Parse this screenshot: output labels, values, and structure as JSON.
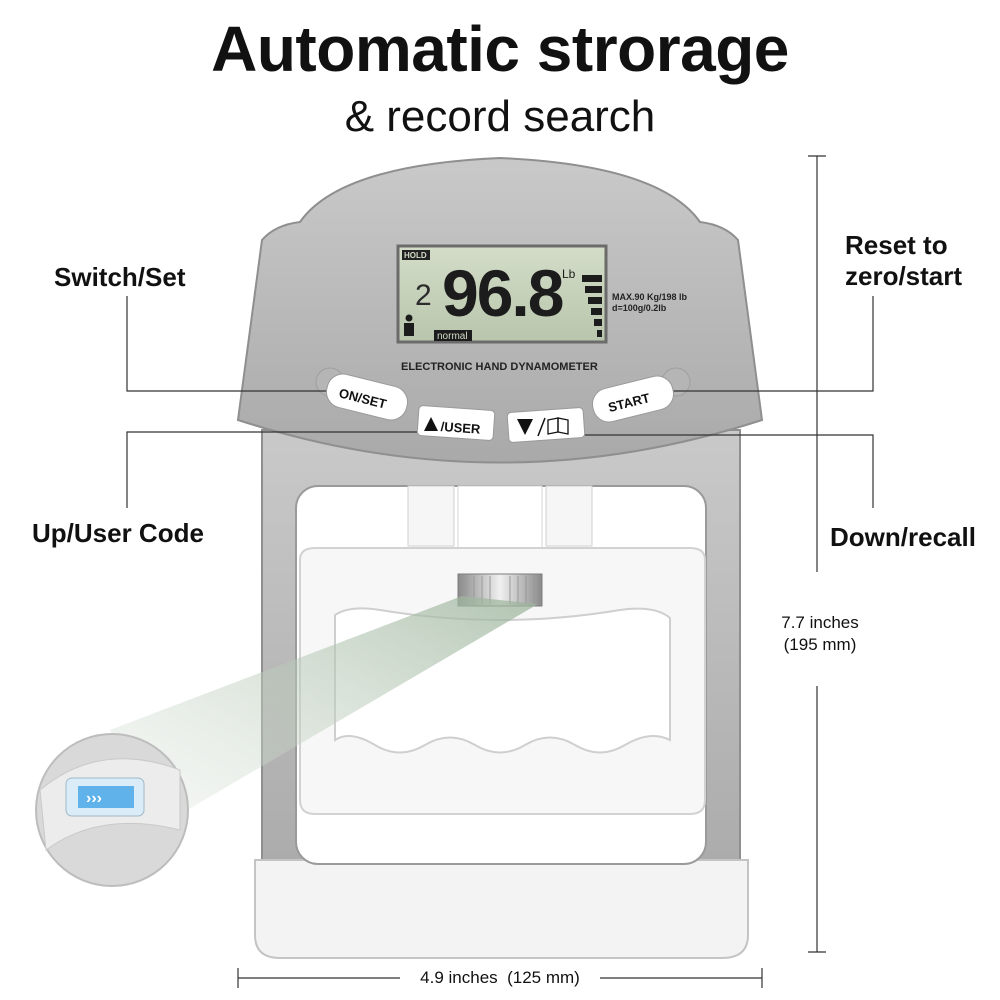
{
  "header": {
    "title": "Automatic strorage",
    "subtitle": "& record search"
  },
  "callouts": {
    "switch_set": "Switch/Set",
    "up_user_code": "Up/User Code",
    "reset_start": [
      "Reset to",
      "zero/start"
    ],
    "down_recall": "Down/recall"
  },
  "device": {
    "lcd": {
      "hold": "HOLD",
      "user_digit": "2",
      "reading": "96.8",
      "unit": "Lb",
      "status": "normal",
      "max_line": "MAX.90 Kg/198 lb",
      "resolution_line": "d=100g/0.2lb"
    },
    "model_label": "ELECTRONIC HAND DYNAMOMETER",
    "buttons": {
      "on_set": "ON/SET",
      "up_user": "/USER",
      "start": "START"
    }
  },
  "dimensions": {
    "height": [
      "7.7 inches",
      "(195 mm)"
    ],
    "width": "4.9 inches  (125 mm)"
  },
  "colors": {
    "body_gray": "#bcbcbc",
    "lcd_green": "#c8d3bd",
    "grip_white": "#f4f4f4",
    "zoom_blue": "#4aa8e8"
  }
}
